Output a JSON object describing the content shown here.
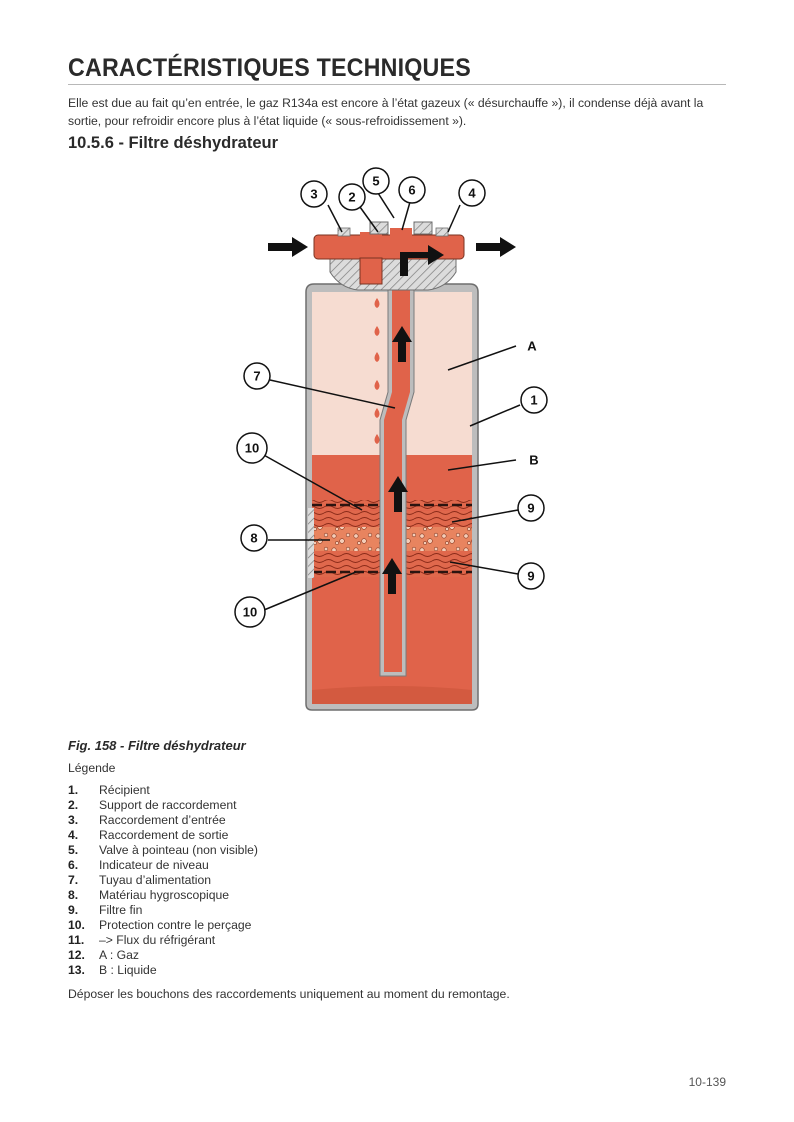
{
  "header": {
    "title": "CARACTÉRISTIQUES TECHNIQUES"
  },
  "intro": "Elle est due au fait qu’en entrée, le gaz R134a est encore à l’état gazeux (« désurchauffe »), il condense déjà avant la sortie, pour refroidir encore plus à l’état liquide (« sous-refroidissement »).",
  "section_title": "10.5.6 - Filtre déshydrateur",
  "figure": {
    "callouts": [
      "1",
      "2",
      "3",
      "4",
      "5",
      "6",
      "7",
      "8",
      "9",
      "9",
      "10",
      "10"
    ],
    "zone_labels": [
      "A",
      "B"
    ],
    "colors": {
      "liquid": "#e06448",
      "gas": "#f5ddd2",
      "shell": "#9a9a9a",
      "arrow": "#111111"
    }
  },
  "caption": "Fig. 158 - Filtre déshydrateur",
  "legend_title": "Légende",
  "legend": [
    {
      "num": "1.",
      "text": "Récipient"
    },
    {
      "num": "2.",
      "text": "Support de raccordement"
    },
    {
      "num": "3.",
      "text": "Raccordement d’entrée"
    },
    {
      "num": "4.",
      "text": "Raccordement de sortie"
    },
    {
      "num": "5.",
      "text": "Valve à pointeau (non visible)"
    },
    {
      "num": "6.",
      "text": "Indicateur de niveau"
    },
    {
      "num": "7.",
      "text": "Tuyau d’alimentation"
    },
    {
      "num": "8.",
      "text": "Matériau hygroscopique"
    },
    {
      "num": "9.",
      "text": "Filtre fin"
    },
    {
      "num": "10.",
      "text": "Protection contre le perçage"
    },
    {
      "num": "11.",
      "text": "–> Flux du réfrigérant"
    },
    {
      "num": "12.",
      "text": "A : Gaz"
    },
    {
      "num": "13.",
      "text": "B : Liquide"
    }
  ],
  "note": "Déposer les bouchons des raccordements uniquement au moment du remontage.",
  "page_number": "10-139"
}
